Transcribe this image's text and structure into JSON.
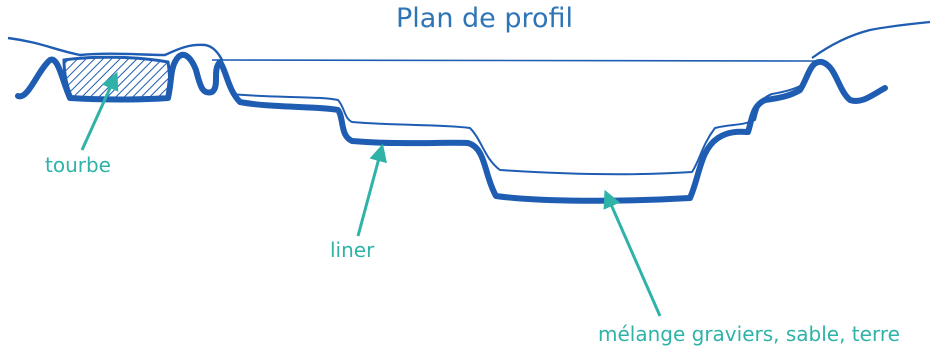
{
  "title": "Plan de profil",
  "labels": {
    "tourbe": "tourbe",
    "liner": "liner",
    "melange": "mélange graviers, sable, terre"
  },
  "colors": {
    "title": "#2d75b6",
    "profile": "#1f5db3",
    "label": "#2fb3a8"
  }
}
